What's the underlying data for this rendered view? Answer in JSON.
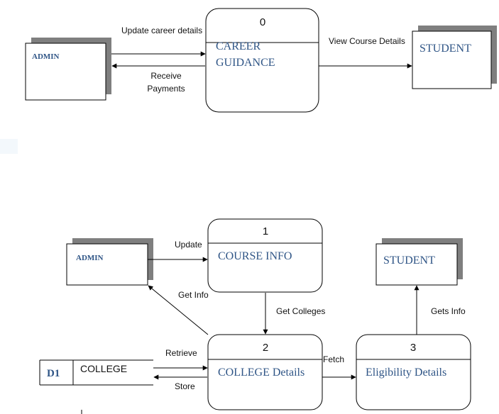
{
  "level0": {
    "process": {
      "number": "0",
      "name_line1": "CAREER",
      "name_line2": "GUIDANCE"
    },
    "admin": "ADMIN",
    "student": "STUDENT",
    "flows": {
      "update_career": "Update career details",
      "receive_line1": "Receive",
      "receive_line2": "Payments",
      "view_course": "View Course Details"
    }
  },
  "level1": {
    "admin": "ADMIN",
    "student": "STUDENT",
    "p1": {
      "number": "1",
      "name": "COURSE INFO"
    },
    "p2": {
      "number": "2",
      "name": "COLLEGE Details"
    },
    "p3": {
      "number": "3",
      "name": "Eligibility Details"
    },
    "datastore": {
      "id": "D1",
      "name": "COLLEGE"
    },
    "flows": {
      "update": "Update",
      "get_info": "Get Info",
      "get_colleges": "Get Colleges",
      "retrieve": "Retrieve",
      "store": "Store",
      "fetch": "Fetch",
      "gets_info": "Gets Info"
    }
  },
  "colors": {
    "entity_text": "#2f5586",
    "shadow": "#7f7f7f",
    "line": "#000000"
  }
}
